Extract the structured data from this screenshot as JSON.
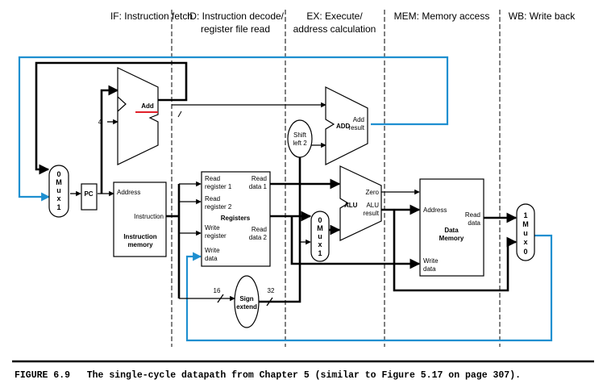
{
  "stages": {
    "if_label": "IF: Instruction fetch",
    "id_label_line1": "ID: Instruction decode/",
    "id_label_line2": "register file read",
    "ex_label_line1": "EX: Execute/",
    "ex_label_line2": "address calculation",
    "mem_label": "MEM: Memory access",
    "wb_label": "WB: Write back"
  },
  "fetch": {
    "pc_label": "PC",
    "four_label": "4",
    "add_label": "Add",
    "imem_address": "Address",
    "imem_instruction": "Instruction",
    "imem_title_line1": "Instruction",
    "imem_title_line2": "memory",
    "mux_glyphs": [
      "0",
      "M",
      "u",
      "x",
      "1"
    ]
  },
  "decode": {
    "read_reg1_line1": "Read",
    "read_reg1_line2": "register 1",
    "read_reg2_line1": "Read",
    "read_reg2_line2": "register 2",
    "write_reg_line1": "Write",
    "write_reg_line2": "register",
    "write_data_line1": "Write",
    "write_data_line2": "data",
    "read_data1_line1": "Read",
    "read_data1_line2": "data 1",
    "read_data2_line1": "Read",
    "read_data2_line2": "data 2",
    "registers_title": "Registers",
    "sign_extend_line1": "Sign",
    "sign_extend_line2": "extend",
    "bits_in": "16",
    "bits_out": "32"
  },
  "execute": {
    "shift_line1": "Shift",
    "shift_line2": "left 2",
    "adder_label": "ADD",
    "adder_result_line1": "Add",
    "adder_result_line2": "result",
    "alu_label": "ALU",
    "alu_zero": "Zero",
    "alu_result_line1": "ALU",
    "alu_result_line2": "result",
    "mux_glyphs": [
      "0",
      "M",
      "u",
      "x",
      "1"
    ]
  },
  "memory": {
    "address": "Address",
    "read_data_line1": "Read",
    "read_data_line2": "data",
    "title_line1": "Data",
    "title_line2": "Memory",
    "write_data_line1": "Write",
    "write_data_line2": "data"
  },
  "writeback": {
    "mux_glyphs": [
      "1",
      "M",
      "u",
      "x",
      "0"
    ]
  },
  "caption": "FIGURE 6.9   The single-cycle datapath from Chapter 5 (similar to Figure 5.17 on page 307).",
  "colors": {
    "feedback_wire": "#1e8fd0",
    "add_marker": "#e0202a"
  }
}
